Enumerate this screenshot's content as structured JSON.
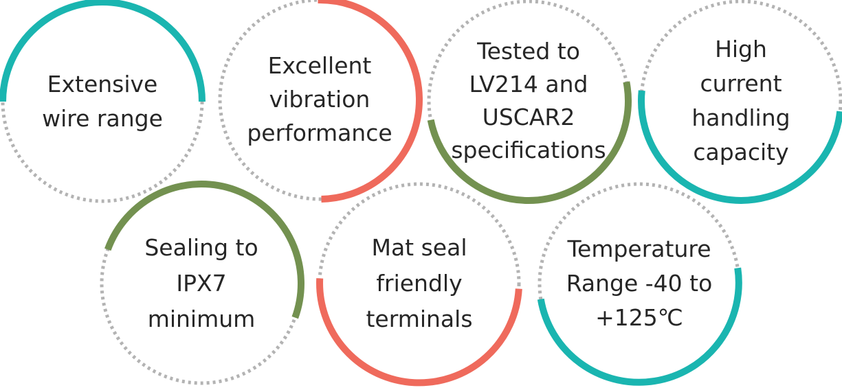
{
  "palette": {
    "teal": "#1ab5b0",
    "coral": "#ef6a5c",
    "olive": "#739150",
    "dots": "#b3b3b3",
    "text": "#262626"
  },
  "features": [
    {
      "id": "wire-range",
      "lines": [
        "Extensive",
        "wire range"
      ],
      "arc_color": "teal",
      "arc_fraction": 0.5
    },
    {
      "id": "vibration",
      "lines": [
        "Excellent",
        "vibration",
        "performance"
      ],
      "arc_color": "coral",
      "arc_fraction": 0.5
    },
    {
      "id": "lv214-uscar2",
      "lines": [
        "Tested to",
        "LV214 and",
        "USCAR2",
        "specifications"
      ],
      "arc_color": "olive",
      "arc_fraction": 0.5
    },
    {
      "id": "current-handling",
      "lines": [
        "High",
        "current",
        "handling",
        "capacity"
      ],
      "arc_color": "teal",
      "arc_fraction": 0.5
    },
    {
      "id": "sealing-ipx7",
      "lines": [
        "Sealing to",
        "IPX7",
        "minimum"
      ],
      "arc_color": "olive",
      "arc_fraction": 0.5
    },
    {
      "id": "mat-seal",
      "lines": [
        "Mat seal",
        "friendly",
        "terminals"
      ],
      "arc_color": "coral",
      "arc_fraction": 0.5
    },
    {
      "id": "temperature-range",
      "lines": [
        "Temperature",
        "Range -40 to",
        "+125℃"
      ],
      "arc_color": "teal",
      "arc_fraction": 0.5
    }
  ]
}
